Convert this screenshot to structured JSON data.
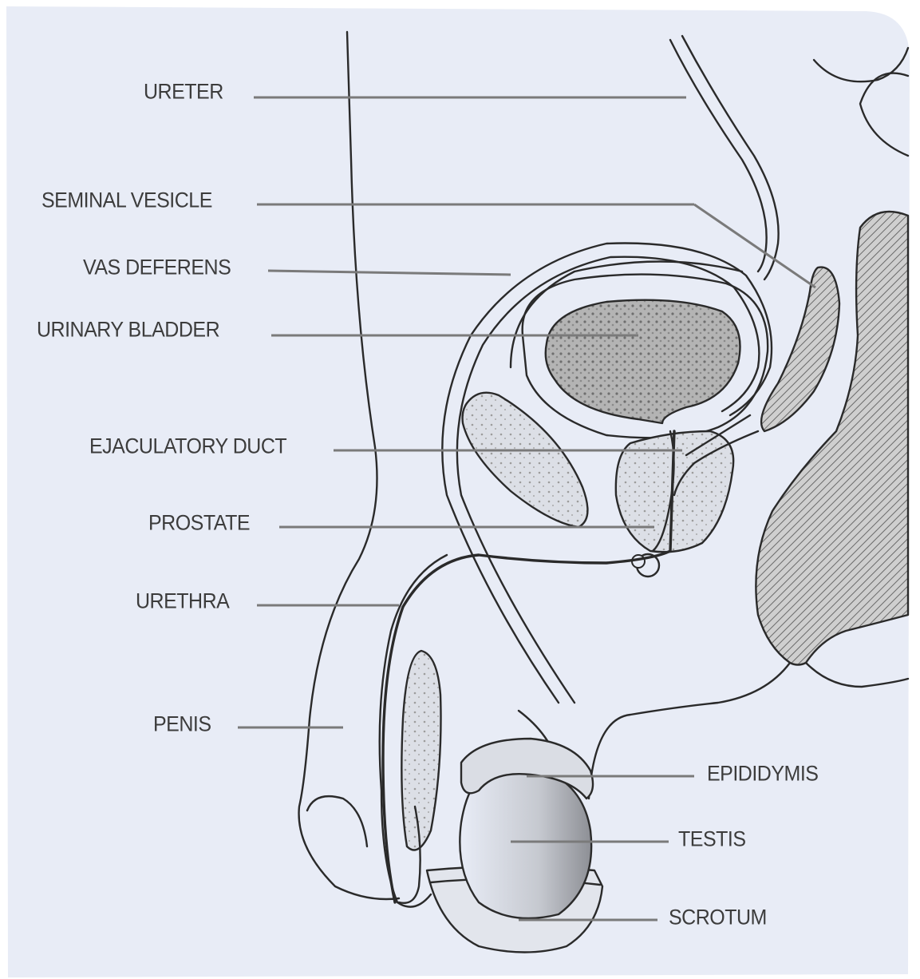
{
  "diagram": {
    "labels": {
      "ureter": "URETER",
      "seminal_vesicle": "SEMINAL VESICLE",
      "vas_deferens": "VAS DEFERENS",
      "urinary_bladder": "URINARY BLADDER",
      "ejaculatory_duct": "EJACULATORY DUCT",
      "prostate": "PROSTATE",
      "urethra": "URETHRA",
      "penis": "PENIS",
      "epididymis": "EPIDIDYMIS",
      "testis": "TESTIS",
      "scrotum": "SCROTUM"
    },
    "colors": {
      "background": "#e8ecf6",
      "outline": "#2a2a2a",
      "leader": "#7a7a7a",
      "label": "#3c3c3c",
      "shading": "#b9b9b9"
    }
  }
}
